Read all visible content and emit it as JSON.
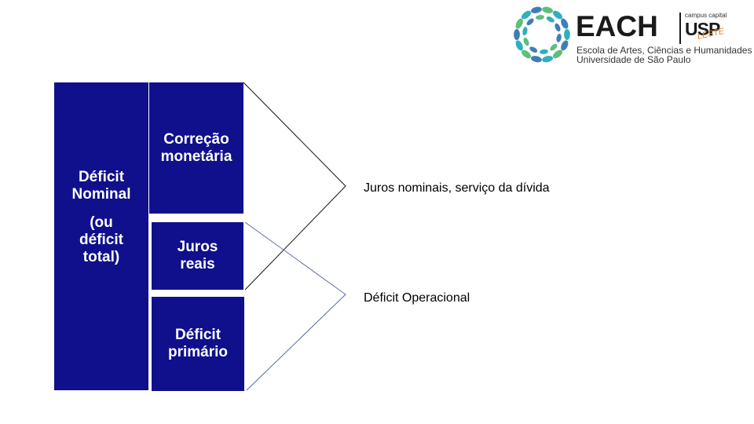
{
  "logo": {
    "icon": "eachring-logo-icon",
    "wordmark": "EACH",
    "campus": "campus capital",
    "usp": "USP",
    "leste": "LESTE",
    "line1": "Escola de Artes, Ciências e Humanidades",
    "line2": "Universidade de São Paulo",
    "colors": {
      "teal": "#1aa6b7",
      "blue": "#2a6fb0",
      "green": "#4bb86a"
    }
  },
  "blocks": {
    "nominal": {
      "title_line1": "Déficit",
      "title_line2": "Nominal",
      "sub_line1": "(ou",
      "sub_line2": "déficit",
      "sub_line3": "total)"
    },
    "correcao": {
      "line1": "Correção",
      "line2": "monetária"
    },
    "juros": {
      "line1": "Juros",
      "line2": "reais"
    },
    "primario": {
      "line1": "Déficit",
      "line2": "primário"
    },
    "color": "#10108c"
  },
  "results": {
    "juros_nominais": "Juros nominais, serviço da dívida",
    "deficit_operacional": "Déficit Operacional"
  }
}
